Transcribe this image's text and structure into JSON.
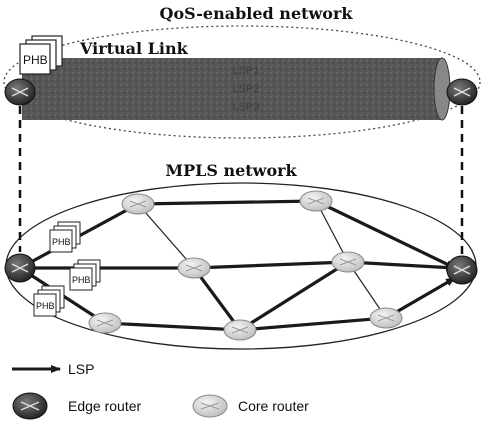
{
  "title_top": "QoS-enabled network",
  "virtual_link_label": "Virtual Link",
  "lsp_labels": [
    "LSP1",
    "LSP2",
    "LSP3"
  ],
  "mpls_label": "MPLS network",
  "phb_label": "PHB",
  "legend": {
    "lsp": "LSP",
    "edge_router": "Edge router",
    "core_router": "Core router"
  },
  "colors": {
    "edge_router": "#3a3a3a",
    "core_router": "#d8d8d8",
    "lsp_arrow": "#1a1a1a",
    "virtual_link": "#555555"
  }
}
